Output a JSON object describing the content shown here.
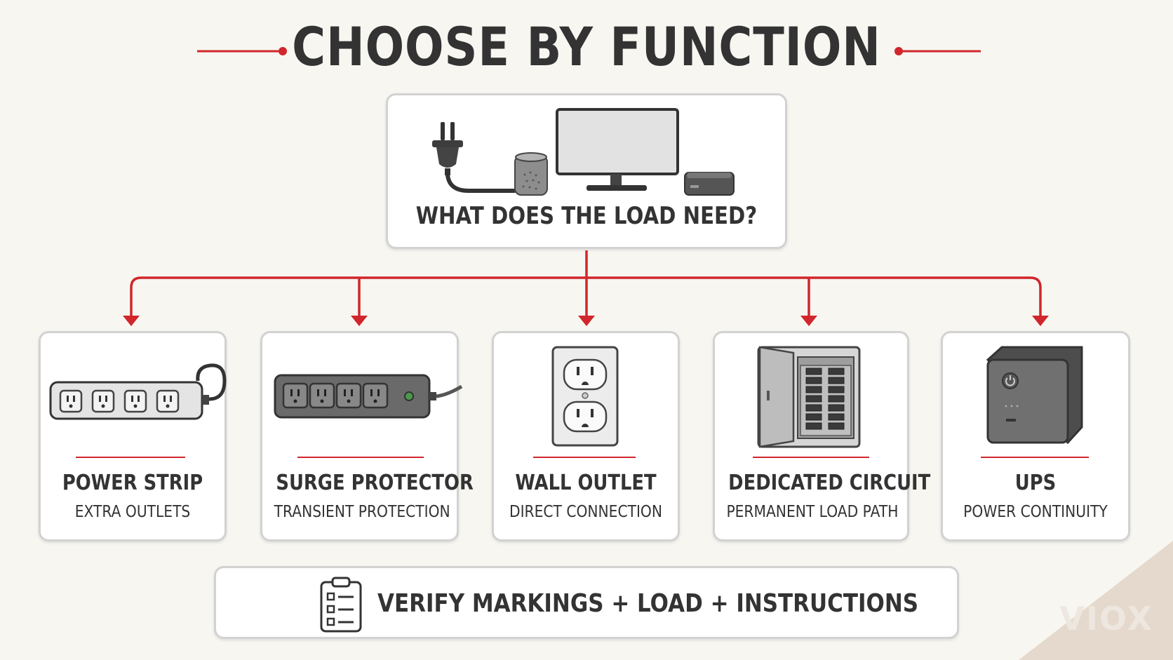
{
  "title": "CHOOSE BY FUNCTION",
  "question": {
    "label": "WHAT DOES THE LOAD NEED?",
    "icons": [
      "plug-icon",
      "smart-speaker-icon",
      "monitor-icon",
      "media-box-icon"
    ]
  },
  "options": [
    {
      "name": "POWER STRIP",
      "sub": "EXTRA OUTLETS",
      "icon": "power-strip-icon"
    },
    {
      "name": "SURGE PROTECTOR",
      "sub": "TRANSIENT PROTECTION",
      "icon": "surge-protector-icon"
    },
    {
      "name": "WALL OUTLET",
      "sub": "DIRECT CONNECTION",
      "icon": "wall-outlet-icon"
    },
    {
      "name": "DEDICATED CIRCUIT",
      "sub": "PERMANENT LOAD PATH",
      "icon": "breaker-panel-icon"
    },
    {
      "name": "UPS",
      "sub": "POWER CONTINUITY",
      "icon": "ups-icon"
    }
  ],
  "footer": {
    "label": "VERIFY MARKINGS + LOAD + INSTRUCTIONS",
    "icon": "checklist-icon"
  },
  "logo": "VIOX",
  "colors": {
    "accent": "#d0262c",
    "text": "#333333",
    "background": "#f8f6f1"
  }
}
